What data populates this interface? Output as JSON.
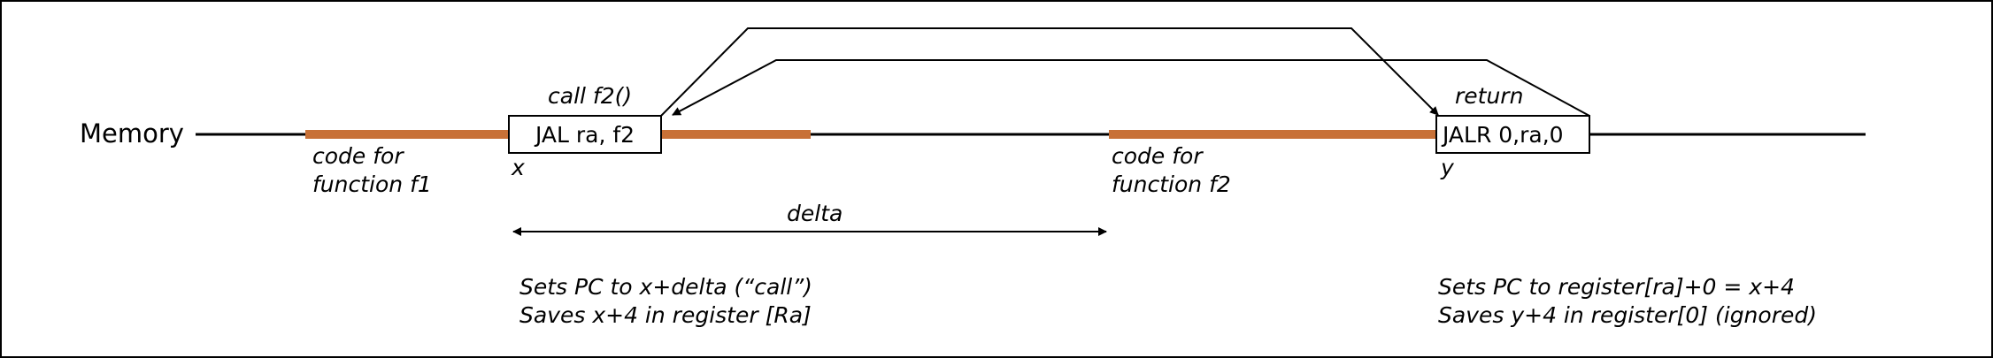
{
  "memory_label": "Memory",
  "f1": {
    "label_line1": "code for",
    "label_line2": "function f1",
    "instruction": "JAL ra, f2",
    "address_label": "x",
    "annotation": "call f2()"
  },
  "f2": {
    "label_line1": "code for",
    "label_line2": "function f2",
    "instruction": "JALR 0,ra,0",
    "address_label": "y",
    "annotation": "return"
  },
  "delta_label": "delta",
  "jal_desc": {
    "line1": "Sets PC to x+delta (“call”)",
    "line2": "Saves x+4 in register [Ra]"
  },
  "jalr_desc": {
    "line1": "Sets PC to register[ra]+0 = x+4",
    "line2": "Saves y+4 in register[0] (ignored)"
  },
  "colors": {
    "code_segment": "#c87137",
    "line": "#000000",
    "background": "#ffffff"
  }
}
